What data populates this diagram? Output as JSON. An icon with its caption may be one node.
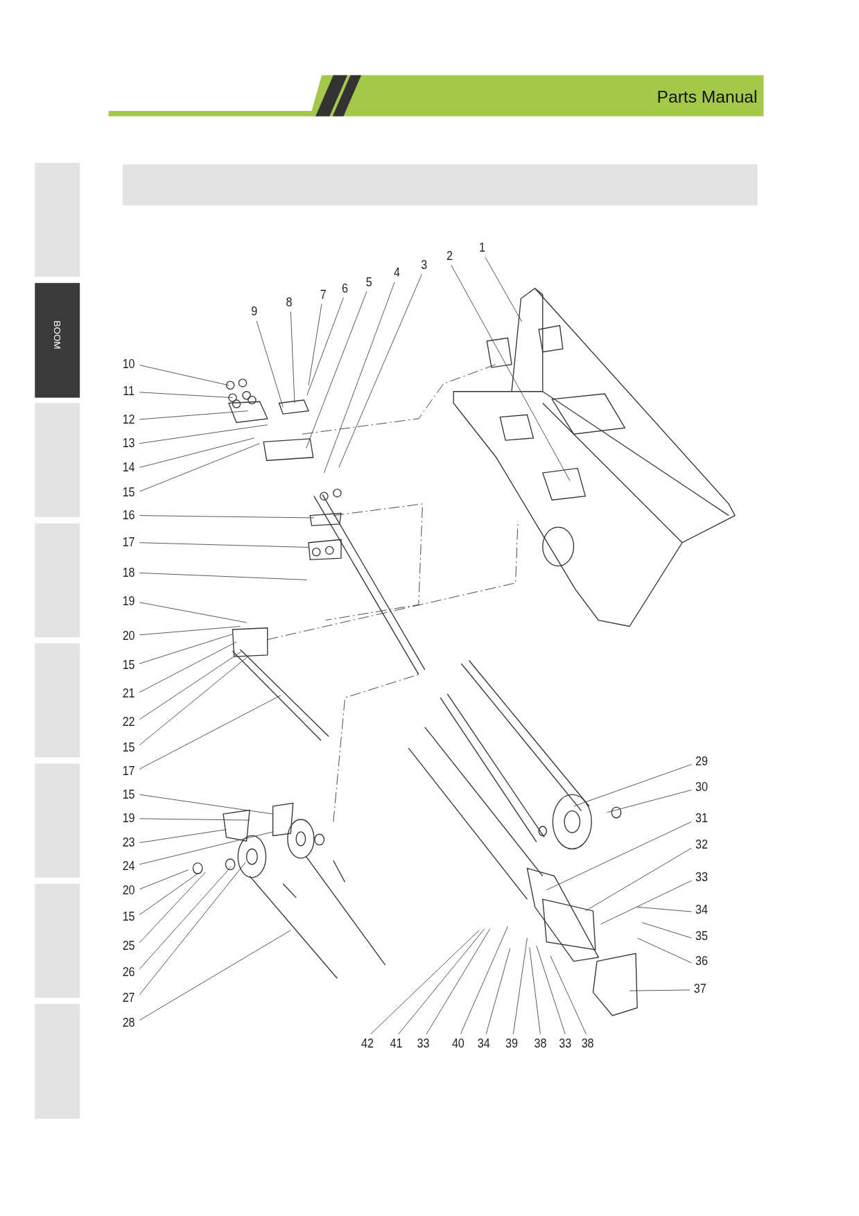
{
  "diagram": {
    "nodes": [
      {
        "text": [
          "9"
        ]
      },
      {
        "text": [
          "8"
        ]
      },
      {
        "text": [
          "7"
        ]
      },
      {
        "text": [
          "6"
        ]
      },
      {
        "text": [
          "5"
        ]
      },
      {
        "text": [
          "4"
        ]
      },
      {
        "text": [
          "3"
        ]
      },
      {
        "text": [
          "2"
        ]
      },
      {
        "text": [
          "1"
        ]
      },
      {
        "text": [
          "10"
        ]
      },
      {
        "text": [
          "11"
        ]
      },
      {
        "text": [
          "12"
        ]
      },
      {
        "text": [
          "13"
        ]
      },
      {
        "text": [
          "14"
        ]
      },
      {
        "text": [
          "15"
        ]
      },
      {
        "text": [
          "16"
        ]
      },
      {
        "text": [
          "17"
        ]
      },
      {
        "text": [
          "18"
        ]
      },
      {
        "text": [
          "19"
        ]
      },
      {
        "text": [
          "20"
        ]
      },
      {
        "text": [
          "15"
        ]
      },
      {
        "text": [
          "21"
        ]
      },
      {
        "text": [
          "22"
        ]
      },
      {
        "text": [
          "15"
        ]
      },
      {
        "text": [
          "17"
        ]
      },
      {
        "text": [
          "15"
        ]
      },
      {
        "text": [
          "19"
        ]
      },
      {
        "text": [
          "23"
        ]
      },
      {
        "text": [
          "24"
        ]
      },
      {
        "text": [
          "20"
        ]
      },
      {
        "text": [
          "15"
        ]
      },
      {
        "text": [
          "25"
        ]
      },
      {
        "text": [
          "26"
        ]
      },
      {
        "text": [
          "27"
        ]
      },
      {
        "text": [
          "28"
        ]
      },
      {
        "text": [
          "29"
        ]
      },
      {
        "text": [
          "30"
        ]
      },
      {
        "text": [
          "31"
        ]
      },
      {
        "text": [
          "32"
        ]
      },
      {
        "text": [
          "33"
        ]
      },
      {
        "text": [
          "34"
        ]
      },
      {
        "text": [
          "35"
        ]
      },
      {
        "text": [
          "36"
        ]
      },
      {
        "text": [
          "37"
        ]
      },
      {
        "text": [
          "42"
        ]
      },
      {
        "text": [
          "41"
        ]
      },
      {
        "text": [
          "33"
        ]
      },
      {
        "text": [
          "40"
        ]
      },
      {
        "text": [
          "34"
        ]
      },
      {
        "text": [
          "39"
        ]
      },
      {
        "text": [
          "38"
        ]
      },
      {
        "text": [
          "33"
        ]
      },
      {
        "text": [
          "38"
        ]
      }
    ],
    "edges": [
      {
        "from": 0,
        "to": null,
        "arrow": "none"
      },
      {
        "from": 1,
        "to": null,
        "arrow": "none"
      },
      {
        "from": 2,
        "to": null,
        "arrow": "none"
      },
      {
        "from": 3,
        "to": null,
        "arrow": "none"
      },
      {
        "from": 4,
        "to": null,
        "arrow": "none"
      },
      {
        "from": 5,
        "to": null,
        "arrow": "none"
      },
      {
        "from": 6,
        "to": null,
        "arrow": "none"
      },
      {
        "from": 7,
        "to": null,
        "arrow": "none"
      },
      {
        "from": 8,
        "to": null,
        "arrow": "none"
      },
      {
        "from": 9,
        "to": null,
        "arrow": "none"
      },
      {
        "from": 10,
        "to": null,
        "arrow": "none"
      },
      {
        "from": 11,
        "to": null,
        "arrow": "none"
      },
      {
        "from": 12,
        "to": null,
        "arrow": "none"
      },
      {
        "from": 13,
        "to": null,
        "arrow": "none"
      },
      {
        "from": 14,
        "to": null,
        "arrow": "none"
      },
      {
        "from": 15,
        "to": null,
        "arrow": "none"
      },
      {
        "from": 16,
        "to": null,
        "arrow": "none"
      },
      {
        "from": 17,
        "to": null,
        "arrow": "none"
      },
      {
        "from": 18,
        "to": null,
        "arrow": "none"
      },
      {
        "from": 19,
        "to": null,
        "arrow": "none"
      },
      {
        "from": 20,
        "to": null,
        "arrow": "none"
      },
      {
        "from": 21,
        "to": null,
        "arrow": "none"
      },
      {
        "from": 22,
        "to": null,
        "arrow": "none"
      },
      {
        "from": 23,
        "to": null,
        "arrow": "none"
      },
      {
        "from": 24,
        "to": null,
        "arrow": "none"
      },
      {
        "from": 25,
        "to": null,
        "arrow": "none"
      },
      {
        "from": 26,
        "to": null,
        "arrow": "none"
      },
      {
        "from": 27,
        "to": null,
        "arrow": "none"
      },
      {
        "from": 28,
        "to": null,
        "arrow": "none"
      },
      {
        "from": 29,
        "to": null,
        "arrow": "none"
      },
      {
        "from": 30,
        "to": null,
        "arrow": "none"
      },
      {
        "from": 31,
        "to": null,
        "arrow": "none"
      },
      {
        "from": 32,
        "to": null,
        "arrow": "none"
      },
      {
        "from": 33,
        "to": null,
        "arrow": "none"
      },
      {
        "from": 34,
        "to": null,
        "arrow": "none"
      },
      {
        "from": 35,
        "to": null,
        "arrow": "none"
      },
      {
        "from": 36,
        "to": null,
        "arrow": "none"
      },
      {
        "from": 37,
        "to": null,
        "arrow": "none"
      },
      {
        "from": 38,
        "to": null,
        "arrow": "none"
      },
      {
        "from": 39,
        "to": null,
        "arrow": "none"
      },
      {
        "from": 40,
        "to": null,
        "arrow": "none"
      },
      {
        "from": 41,
        "to": null,
        "arrow": "none"
      },
      {
        "from": 42,
        "to": null,
        "arrow": "none"
      },
      {
        "from": 43,
        "to": null,
        "arrow": "none"
      },
      {
        "from": 44,
        "to": null,
        "arrow": "none"
      },
      {
        "from": 45,
        "to": null,
        "arrow": "none"
      },
      {
        "from": 46,
        "to": null,
        "arrow": "none"
      },
      {
        "from": 47,
        "to": null,
        "arrow": "none"
      },
      {
        "from": 48,
        "to": null,
        "arrow": "none"
      },
      {
        "from": 49,
        "to": null,
        "arrow": "none"
      },
      {
        "from": 50,
        "to": null,
        "arrow": "none"
      },
      {
        "from": 51,
        "to": null,
        "arrow": "none"
      },
      {
        "from": 52,
        "to": null,
        "arrow": "none"
      }
    ],
    "labels": [
      "Parts Manual",
      "BOOM"
    ]
  }
}
